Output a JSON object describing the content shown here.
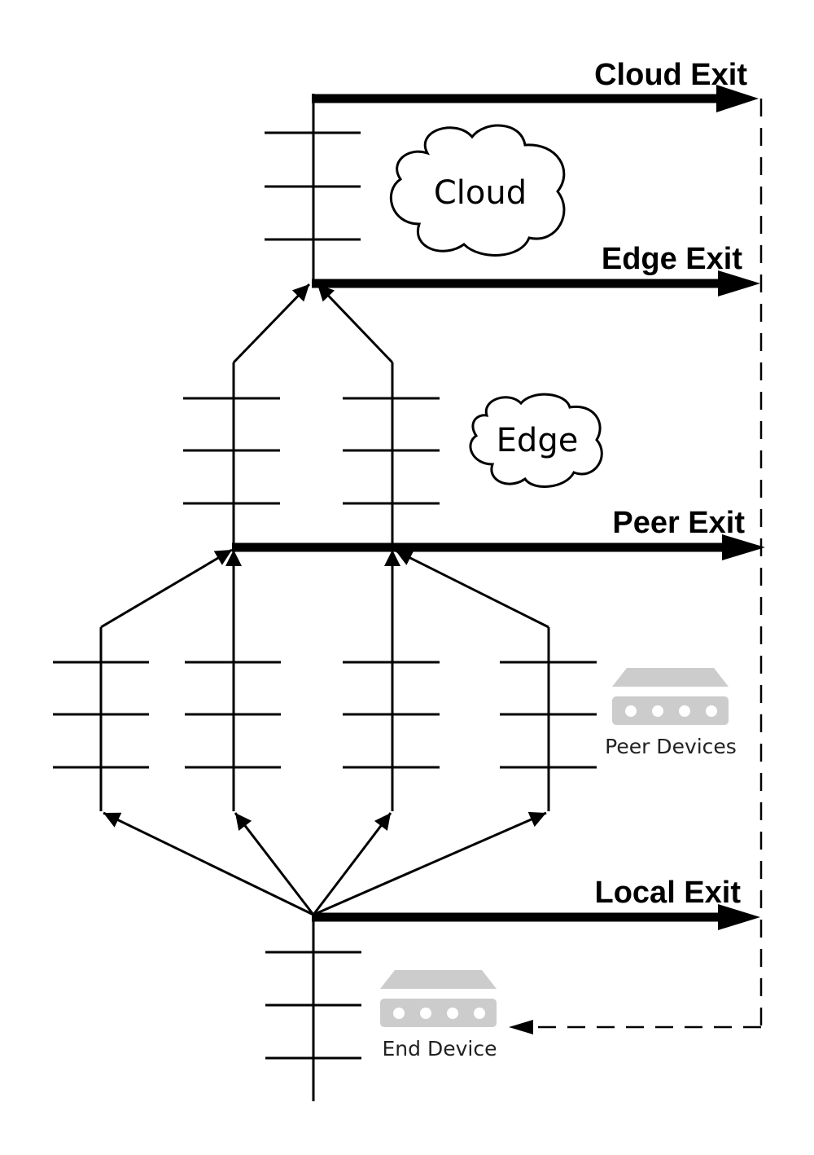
{
  "colors": {
    "line": "#000000",
    "device_fill": "#cccccc",
    "device_port": "#ffffff",
    "background": "#ffffff"
  },
  "exits": [
    {
      "id": "cloud",
      "label": "Cloud Exit"
    },
    {
      "id": "edge",
      "label": "Edge Exit"
    },
    {
      "id": "peer",
      "label": "Peer Exit"
    },
    {
      "id": "local",
      "label": "Local Exit"
    }
  ],
  "clouds": [
    {
      "id": "cloud",
      "label": "Cloud"
    },
    {
      "id": "edge",
      "label": "Edge"
    }
  ],
  "devices": [
    {
      "id": "peer",
      "label": "Peer Devices",
      "icon": "network-device-icon",
      "ports": 4
    },
    {
      "id": "end",
      "label": "End Device",
      "icon": "network-device-icon",
      "ports": 4
    }
  ],
  "tiers": [
    {
      "name": "cloud",
      "nodes": 1,
      "layers_per_node": 3
    },
    {
      "name": "edge",
      "nodes": 2,
      "layers_per_node": 3
    },
    {
      "name": "peer",
      "nodes": 4,
      "layers_per_node": 3
    },
    {
      "name": "end-device",
      "nodes": 1,
      "layers_per_node": 3
    }
  ],
  "connections": [
    {
      "from": "end-device",
      "to": "peer-1"
    },
    {
      "from": "end-device",
      "to": "peer-2"
    },
    {
      "from": "end-device",
      "to": "peer-3"
    },
    {
      "from": "end-device",
      "to": "peer-4"
    },
    {
      "from": "peer-1",
      "to": "edge-1"
    },
    {
      "from": "peer-2",
      "to": "edge-1"
    },
    {
      "from": "peer-3",
      "to": "edge-2"
    },
    {
      "from": "peer-4",
      "to": "edge-2"
    },
    {
      "from": "edge-1",
      "to": "cloud"
    },
    {
      "from": "edge-2",
      "to": "cloud"
    },
    {
      "from": "exits",
      "to": "end-device",
      "style": "dashed"
    }
  ]
}
